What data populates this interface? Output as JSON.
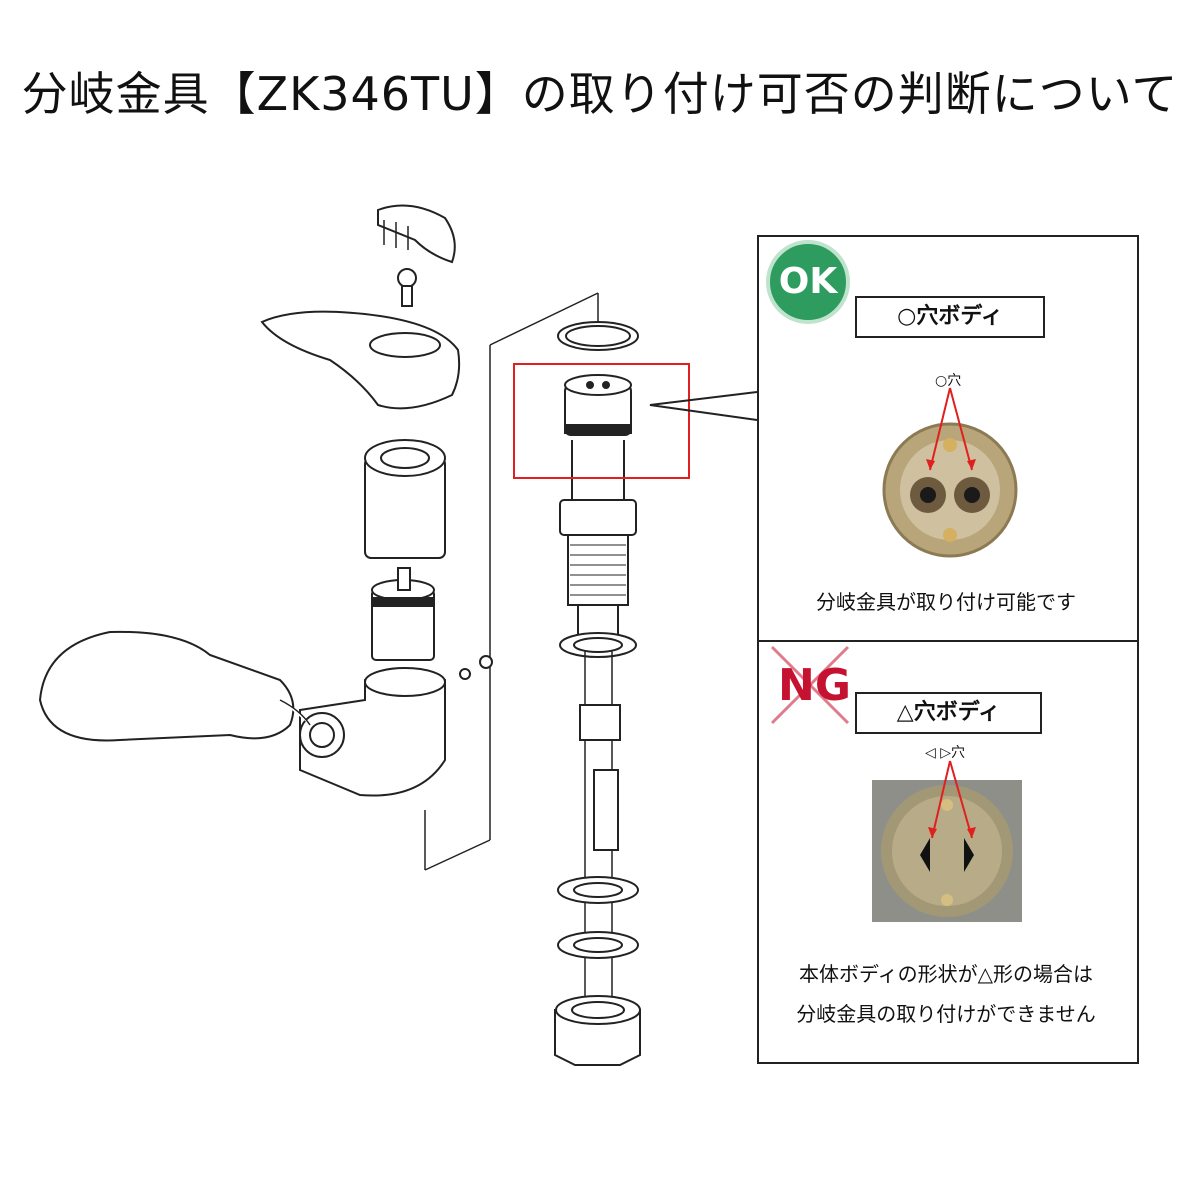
{
  "title": "分岐金具【ZK346TU】の取り付け可否の判断について",
  "ok_panel": {
    "badge": "OK",
    "label": "○穴ボディ",
    "hole_label": "○穴",
    "caption": "分岐金具が取り付け可能です"
  },
  "ng_panel": {
    "badge": "NG",
    "label": "△穴ボディ",
    "hole_label": "◁ ▷穴",
    "caption_line1": "本体ボディの形状が△形の場合は",
    "caption_line2": "分岐金具の取り付けができません"
  },
  "colors": {
    "ok_green": "#2e9c5e",
    "ng_red": "#c41230",
    "highlight_red": "#e02020"
  }
}
